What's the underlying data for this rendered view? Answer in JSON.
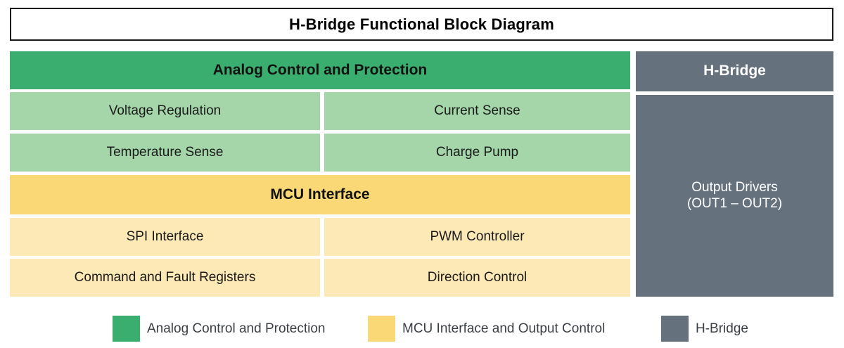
{
  "title": {
    "text": "H-Bridge Functional Block Diagram"
  },
  "colors": {
    "analog_header": "#3AAE6E",
    "analog_sub": "#A4D6A9",
    "mcu_header": "#F9D875",
    "mcu_sub": "#FCE9B6",
    "hbridge": "#65727E",
    "title_border": "#1A1A1A",
    "background": "#FFFFFF",
    "legend_text": "#3A3F45"
  },
  "left_panel": {
    "analog_section": {
      "header": "Analog Control and Protection",
      "rows": [
        {
          "left": "Voltage Regulation",
          "right": "Current Sense"
        },
        {
          "left": "Temperature Sense",
          "right": "Charge Pump"
        }
      ]
    },
    "mcu_section": {
      "header": "MCU Interface",
      "rows": [
        {
          "left": "SPI Interface",
          "right": "PWM Controller"
        },
        {
          "left": "Command and Fault Registers",
          "right": "Direction Control"
        }
      ]
    }
  },
  "right_panel": {
    "header": "H-Bridge",
    "body_line1": "Output Drivers",
    "body_line2": "(OUT1 – OUT2)"
  },
  "legend": {
    "items": [
      {
        "label": "Analog Control and Protection",
        "color": "#3AAE6E"
      },
      {
        "label": "MCU Interface and Output Control",
        "color": "#F9D875"
      },
      {
        "label": "H-Bridge",
        "color": "#65727E"
      }
    ]
  }
}
